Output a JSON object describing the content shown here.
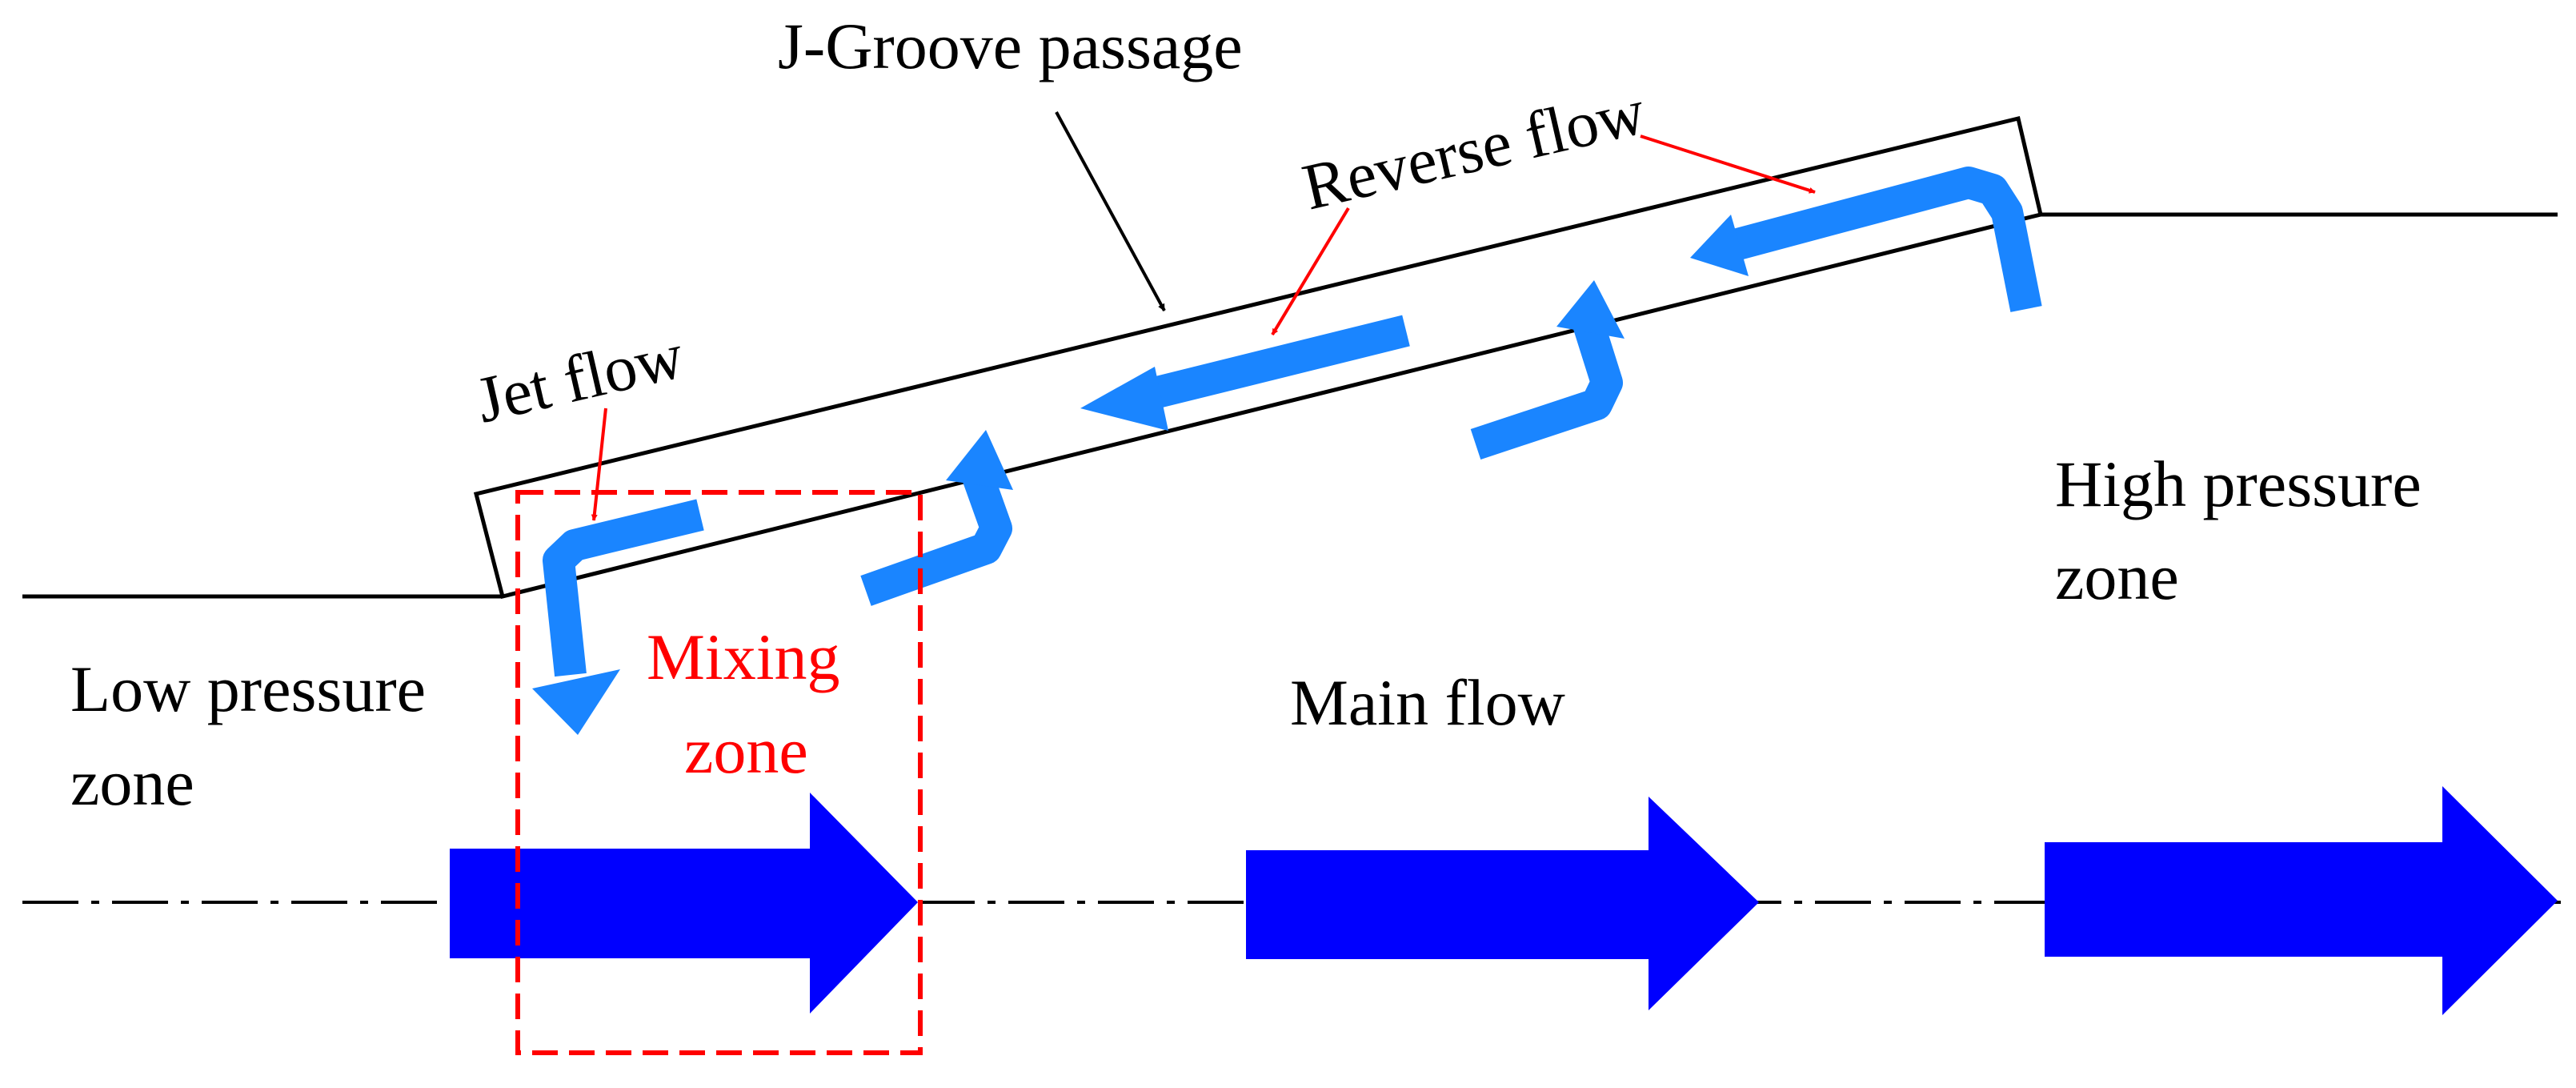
{
  "labels": {
    "groove_passage": "J-Groove  passage",
    "reverse_flow": "Reverse flow",
    "jet_flow": "Jet flow",
    "high_pressure_line1": "High  pressure",
    "high_pressure_line2": "zone",
    "low_pressure_line1": "Low  pressure",
    "low_pressure_line2": "zone",
    "mixing_line1": "Mixing",
    "mixing_line2": "zone",
    "main_flow": "Main flow"
  },
  "colors": {
    "main_flow_arrow": "#0000ff",
    "secondary_flow_arrow": "#1a85ff",
    "annotation_red": "#ff0000",
    "outline": "#000000"
  }
}
